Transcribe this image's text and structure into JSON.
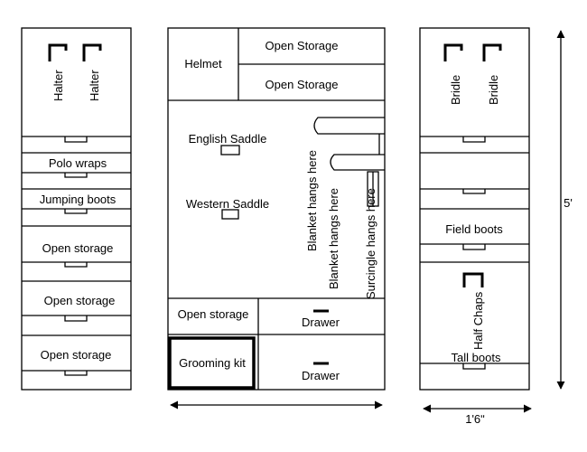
{
  "left_unit": {
    "hook_labels": [
      "Halter",
      "Halter"
    ],
    "drawers": [
      "Polo wraps",
      "Jumping boots",
      "Open storage",
      "Open storage",
      "Open storage"
    ]
  },
  "center_unit": {
    "top_compartments": {
      "helmet": "Helmet",
      "storage_top": "Open Storage",
      "storage_bottom": "Open Storage"
    },
    "main_area": {
      "english_saddle": "English Saddle",
      "western_saddle": "Western Saddle",
      "blanket_label_1": "Blanket hangs here",
      "blanket_label_2": "Blanket hangs here",
      "surcingle_label": "Surcingle hangs here"
    },
    "bottom_compartments": {
      "open_storage": "Open storage",
      "drawer_top": "Drawer",
      "grooming_kit": "Grooming kit",
      "drawer_bottom": "Drawer"
    }
  },
  "right_unit": {
    "hook_labels": [
      "Bridle",
      "Bridle"
    ],
    "field_boots": "Field boots",
    "half_chaps": "Half Chaps",
    "tall_boots": "Tall boots"
  },
  "dimensions": {
    "height": "5'",
    "width_right": "1'6ʺ"
  }
}
